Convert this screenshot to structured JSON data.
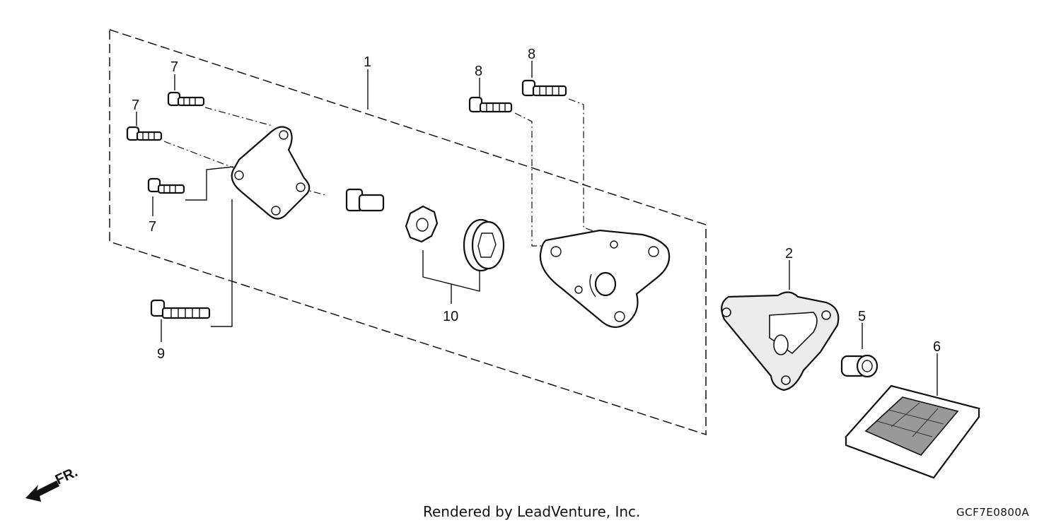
{
  "callouts": {
    "c1": "1",
    "c2": "2",
    "c5": "5",
    "c6": "6",
    "c7a": "7",
    "c7b": "7",
    "c7c": "7",
    "c8a": "8",
    "c8b": "8",
    "c9": "9",
    "c10": "10"
  },
  "direction_label": "FR.",
  "footer": {
    "credit": "Rendered by LeadVenture, Inc.",
    "diagram_code": "GCF7E0800A"
  }
}
